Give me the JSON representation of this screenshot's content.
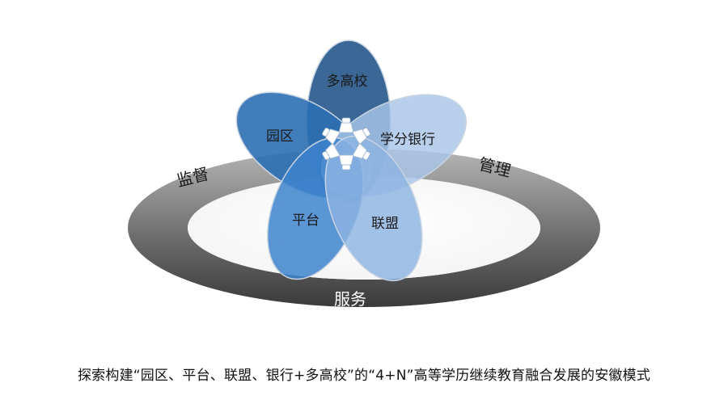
{
  "ring": {
    "left_label": "监督",
    "right_label": "管理",
    "bottom_label": "服务"
  },
  "petals": {
    "top": "多高校",
    "upper_left": "园区",
    "upper_right": "学分银行",
    "lower_left": "平台",
    "lower_right": "联盟"
  },
  "center_icon": "linked-hands-icon",
  "caption": "探索构建“园区、平台、联盟、银行+多高校”的“4+N”高等学历继续教育融合发展的安徽模式",
  "colors": {
    "petal_top": "#2f5f8f",
    "petal_upper_left": "#2b6fb3",
    "petal_upper_right": "#a9c6e8",
    "petal_lower_left": "#3d82cc",
    "petal_lower_right": "#8db3e2",
    "ring_dark": "#4a4a4a",
    "ring_light": "#9a9a9a"
  }
}
